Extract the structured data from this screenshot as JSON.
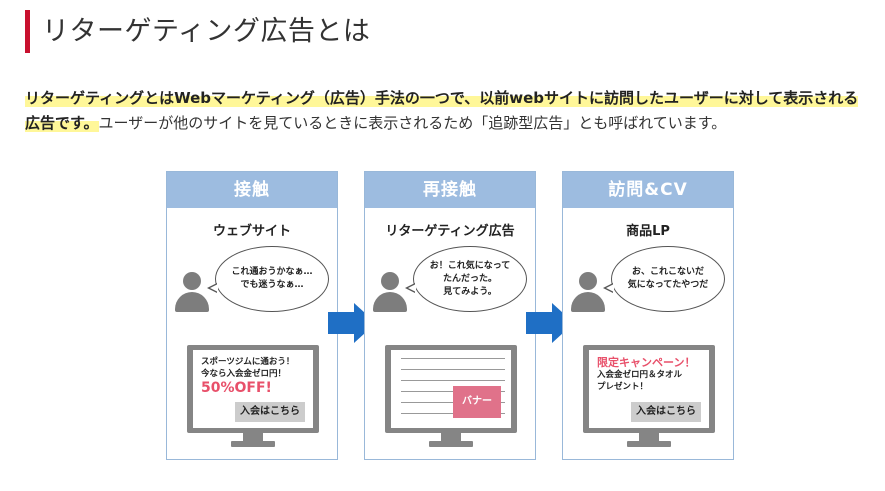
{
  "heading": {
    "title": "リターゲティング広告とは"
  },
  "lead": {
    "highlight": "リターゲティングとはWebマーケティング（広告）手法の一つで、以前webサイトに訪問したユーザーに対して表示される広告です。",
    "rest": "ユーザーが他のサイトを見ているときに表示されるため「追跡型広告」とも呼ばれています。"
  },
  "colors": {
    "accent": "#c8102e",
    "panel_header": "#9dbce0",
    "arrow": "#1f6fc5",
    "highlight": "#fff799",
    "promo": "#e8506a"
  },
  "panels": [
    {
      "title": "接触",
      "subtitle": "ウェブサイト",
      "bubble": "これ通おうかなぁ…\nでも迷うなぁ…",
      "ad_lines": "スポーツジムに通おう！\n今なら入会金ゼロ円！",
      "ad_big": "50%OFF!",
      "cta": "入会はこちら"
    },
    {
      "title": "再接触",
      "subtitle": "リターゲティング広告",
      "bubble": "お！これ気になって\nたんだった。\n見てみよう。",
      "banner": "バナー"
    },
    {
      "title": "訪問&CV",
      "subtitle": "商品LP",
      "bubble": "お、これこないだ\n気になってたやつだ",
      "ad_red": "限定キャンペーン！",
      "ad_lines": "入会金ゼロ円＆タオル\nプレゼント！",
      "cta": "入会はこちら"
    }
  ],
  "icons": {
    "person": "person-icon",
    "arrow": "right-arrow-icon",
    "monitor": "monitor-icon"
  }
}
